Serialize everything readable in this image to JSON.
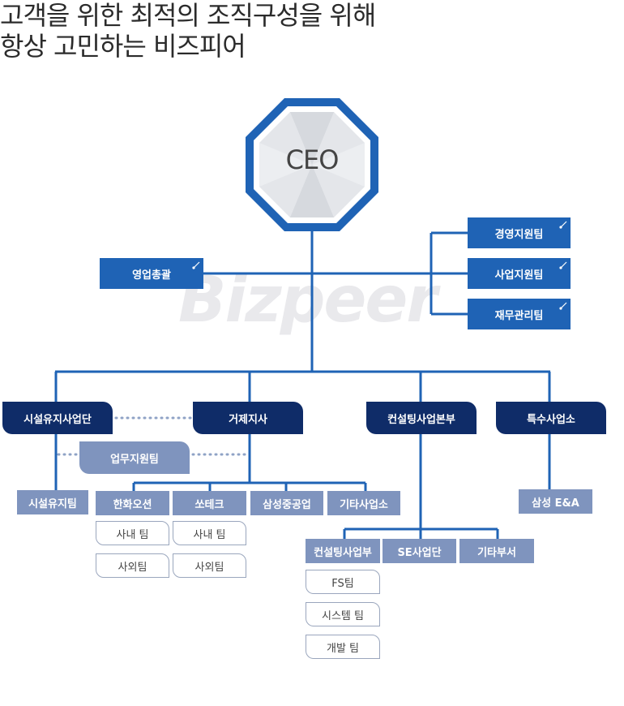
{
  "headline": {
    "line1": "고객을 위한 최적의 조직구성을 위해",
    "line2": "항상 고민하는 비즈피어"
  },
  "watermark": "Bizpeer",
  "ceo": "CEO",
  "staff": {
    "left": "영업총괄",
    "right": [
      "경영지원팀",
      "사업지원팀",
      "재무관리팀"
    ]
  },
  "divisions": [
    "시설유지사업단",
    "거제지사",
    "컨설팅사업본부",
    "특수사업소"
  ],
  "support_team": "업무지원팀",
  "facility_team": "시설유지팀",
  "geoje_units": [
    "한화오션",
    "쏘테크",
    "삼성중공업",
    "기타사업소"
  ],
  "geoje_subteams": {
    "hanwha": [
      "사내 팀",
      "사외팀"
    ],
    "sotech": [
      "사내 팀",
      "사외팀"
    ]
  },
  "special_unit": "삼성 E&A",
  "consulting_units": [
    "컨설팅사업부",
    "SE사업단",
    "기타부서"
  ],
  "consulting_teams": [
    "FS팀",
    "시스템 팀",
    "개발 팀"
  ],
  "colors": {
    "navy": "#0f2c68",
    "blue": "#1f63b5",
    "gray_blue": "#7f94be",
    "line": "#1f63b5"
  }
}
